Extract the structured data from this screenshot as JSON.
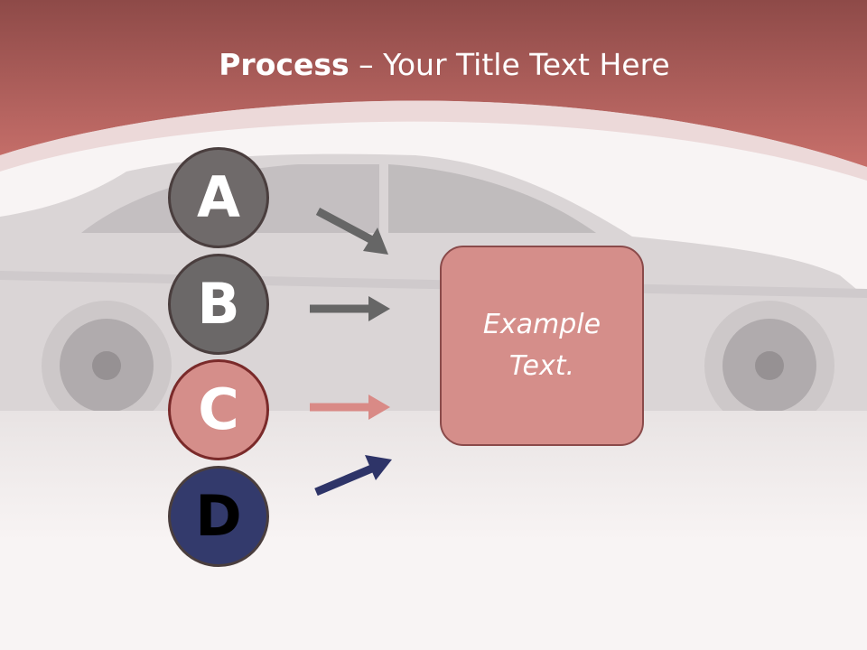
{
  "title": {
    "bold": "Process",
    "rest": " – Your Title Text Here"
  },
  "steps": [
    {
      "letter": "A",
      "color": "#6f6a6a",
      "text_color": "#ffffff"
    },
    {
      "letter": "B",
      "color": "#6b6868",
      "text_color": "#ffffff"
    },
    {
      "letter": "C",
      "color": "#d58e8a",
      "text_color": "#ffffff"
    },
    {
      "letter": "D",
      "color": "#333a6c",
      "text_color": "#000000"
    }
  ],
  "box": {
    "line1": "Example",
    "line2": "Text."
  },
  "colors": {
    "header": "#c16460",
    "arrow_gray": "#666666",
    "arrow_pink": "#d98a86",
    "arrow_navy": "#2e3468"
  }
}
